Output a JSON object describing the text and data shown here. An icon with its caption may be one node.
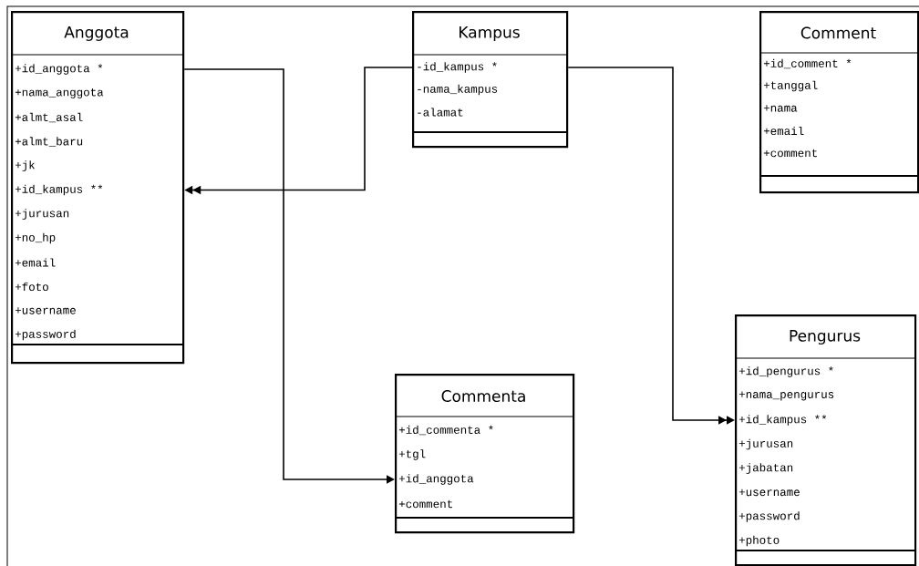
{
  "diagram": {
    "nodes": [
      {
        "text": [
          "Anggota",
          "+id_anggota *",
          "+nama_anggota",
          "+almt_asal",
          "+almt_baru",
          "+jk",
          "+id_kampus **",
          "+jurusan",
          "+no_hp",
          "+email",
          "+foto",
          "+username",
          "+password"
        ]
      },
      {
        "text": [
          "Kampus",
          "-id_kampus *",
          "-nama_kampus",
          "-alamat"
        ]
      },
      {
        "text": [
          "Comment",
          "+id_comment *",
          "+tanggal",
          "+nama",
          "+email",
          "+comment"
        ]
      },
      {
        "text": [
          "Commenta",
          "+id_commenta *",
          "+tgl",
          "+id_anggota",
          "+comment"
        ]
      },
      {
        "text": [
          "Pengurus",
          "+id_pengurus *",
          "+nama_pengurus",
          "+id_kampus **",
          "+jurusan",
          "+jabatan",
          "+username",
          "+password",
          "+photo"
        ]
      }
    ],
    "edges": [
      {
        "from": 0,
        "to": 3,
        "arrow": "to"
      },
      {
        "from": 1,
        "to": 0,
        "arrow": "to"
      },
      {
        "from": 1,
        "to": 4,
        "arrow": "to"
      }
    ]
  }
}
